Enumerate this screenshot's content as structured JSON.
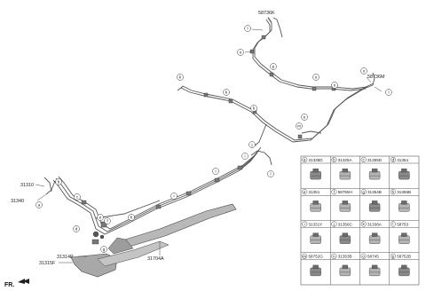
{
  "part_labels": [
    {
      "id": "p31310",
      "text": "31310"
    },
    {
      "id": "p31340",
      "text": "31340"
    },
    {
      "id": "p31314P",
      "text": "31314P"
    },
    {
      "id": "p31315F",
      "text": "31315F"
    },
    {
      "id": "p31704A",
      "text": "31704A"
    },
    {
      "id": "p58736K",
      "text": "58736K"
    },
    {
      "id": "p58736M",
      "text": "58736M"
    }
  ],
  "fr_label": "FR.",
  "callouts": [
    "a",
    "b",
    "c",
    "d",
    "e",
    "f",
    "g",
    "h",
    "i",
    "j",
    "k",
    "l",
    "m",
    "n",
    "o",
    "p"
  ],
  "legend_cells": [
    {
      "letter": "a",
      "part": "31335D"
    },
    {
      "letter": "b",
      "part": "31325A"
    },
    {
      "letter": "c",
      "part": "31355D"
    },
    {
      "letter": "d",
      "part": "31354"
    },
    {
      "letter": "e",
      "part": "31351"
    },
    {
      "letter": "f",
      "part": "58755H"
    },
    {
      "letter": "g",
      "part": "31354B"
    },
    {
      "letter": "h",
      "part": "31355B"
    },
    {
      "letter": "i",
      "part": "31331Y"
    },
    {
      "letter": "j",
      "part": "31356C"
    },
    {
      "letter": "k",
      "part": "31338A"
    },
    {
      "letter": "l",
      "part": "58753"
    },
    {
      "letter": "m",
      "part": "58752G"
    },
    {
      "letter": "n",
      "part": "31353B"
    },
    {
      "letter": "o",
      "part": "58745"
    },
    {
      "letter": "p",
      "part": "58752B"
    }
  ],
  "colors": {
    "line": "#444444",
    "fill": "#bfbfbf",
    "dark": "#6a6a6a",
    "grid": "#555555"
  }
}
